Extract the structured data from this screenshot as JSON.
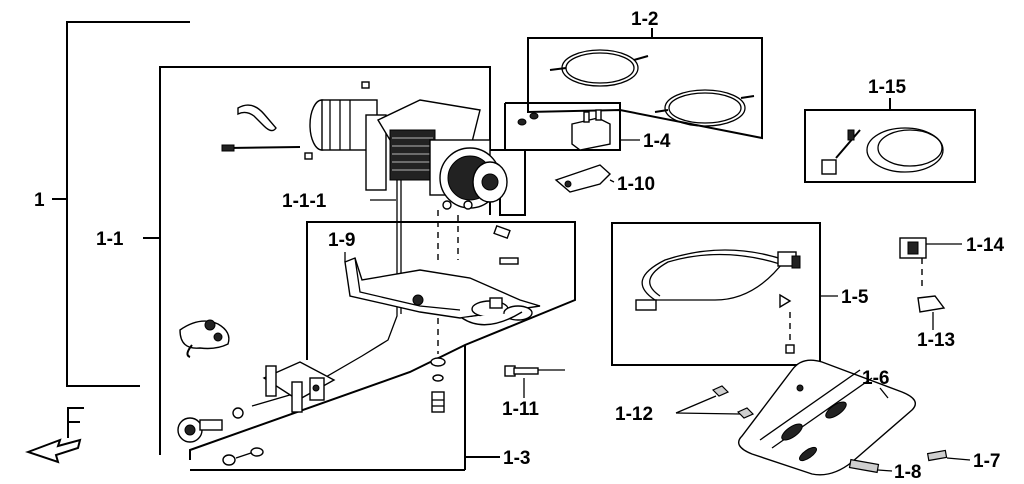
{
  "callouts": {
    "c1": "1",
    "c1_1": "1-1",
    "c1_1_1": "1-1-1",
    "c1_2": "1-2",
    "c1_3": "1-3",
    "c1_4": "1-4",
    "c1_5": "1-5",
    "c1_6": "1-6",
    "c1_7": "1-7",
    "c1_8": "1-8",
    "c1_9": "1-9",
    "c1_10": "1-10",
    "c1_11": "1-11",
    "c1_12": "1-12",
    "c1_13": "1-13",
    "c1_14": "1-14",
    "c1_15": "1-15"
  },
  "front_marker": "F"
}
